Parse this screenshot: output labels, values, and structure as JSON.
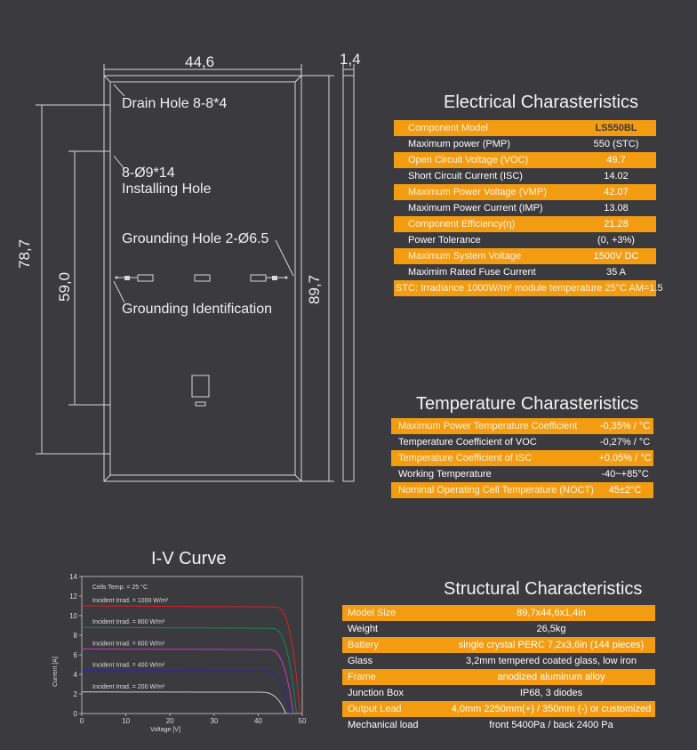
{
  "drawing": {
    "width_label": "44,6",
    "thickness_label": "1,4",
    "height_label_left": "78,7",
    "height_label_inner": "59,0",
    "height_label_right": "89,7",
    "drain_hole": "Drain Hole 8-8*4",
    "installing_hole_1": "8-Ø9*14",
    "installing_hole_2": "Installing Hole",
    "grounding_hole": "Grounding Hole 2-Ø6.5",
    "grounding_identification": "Grounding Identification"
  },
  "electrical": {
    "title": "Electrical Charasteristics",
    "rows": [
      {
        "label": "Component Model",
        "value": "LS550BL",
        "style": "orange",
        "bold": true
      },
      {
        "label": "Maximum power (PMP)",
        "value": "550 (STC)",
        "style": "plain"
      },
      {
        "label": "Open Circuit Voltage (VOC)",
        "value": "49.7",
        "style": "orange"
      },
      {
        "label": "Short Circuit Current (ISC)",
        "value": "14.02",
        "style": "plain"
      },
      {
        "label": "Maximum Power Voltage (VMP)",
        "value": "42.07",
        "style": "orange"
      },
      {
        "label": "Maximum Power Current (IMP)",
        "value": "13.08",
        "style": "plain"
      },
      {
        "label": "Component Efficiency(η)",
        "value": "21.28",
        "style": "orange"
      },
      {
        "label": "Power Tolerance",
        "value": "(0, +3%)",
        "style": "plain"
      },
      {
        "label": "Maximum System Voltage",
        "value": "1500V DC",
        "style": "orange"
      },
      {
        "label": "Maximim Rated Fuse Current",
        "value": "35 A",
        "style": "plain"
      }
    ],
    "note": "STC: Irradiance 1000W/m² module temperature 25°C AM=1.5"
  },
  "temperature": {
    "title": "Temperature Charasteristics",
    "rows": [
      {
        "label": "Maximum Power Temperature Coefficient",
        "value": "-0,35% / °C",
        "style": "orange"
      },
      {
        "label": "Temperature Coefficient of VOC",
        "value": "-0,27% / °C",
        "style": "plain"
      },
      {
        "label": "Temperature Coefficient of ISC",
        "value": "+0,05% / °C",
        "style": "orange"
      },
      {
        "label": "Working Temperature",
        "value": "-40~+85°C",
        "style": "plain"
      },
      {
        "label": "Nominal Operating Cell Temperature (NOCT)",
        "value": "45±2°C",
        "style": "orange"
      }
    ]
  },
  "structural": {
    "title": "Structural Characteristics",
    "rows": [
      {
        "label": "Model Size",
        "value": "89,7x44,6x1,4in",
        "style": "orange"
      },
      {
        "label": "Weight",
        "value": "26,5kg",
        "style": "plain"
      },
      {
        "label": "Battery",
        "value": "single crystal PERC 7,2x3,6in (144 pieces)",
        "style": "orange"
      },
      {
        "label": "Glass",
        "value": "3,2mm tempered coated glass, low iron",
        "style": "plain"
      },
      {
        "label": "Frame",
        "value": "anodized aluminum alloy",
        "style": "orange"
      },
      {
        "label": "Junction Box",
        "value": "IP68, 3 diodes",
        "style": "plain"
      },
      {
        "label": "Output Lead",
        "value": "4,0mm 2250mm(+) / 350mm (-) or customized",
        "style": "orange"
      },
      {
        "label": "Mechanical load",
        "value": "front 5400Pa / back 2400 Pa",
        "style": "plain"
      }
    ]
  },
  "chart_data": {
    "type": "line",
    "title": "I-V Curve",
    "xlabel": "Voltage [V]",
    "ylabel": "Current [A]",
    "xlim": [
      0,
      50
    ],
    "ylim": [
      0,
      14
    ],
    "xticks": [
      "0",
      "10",
      "20",
      "30",
      "40",
      "50"
    ],
    "yticks": [
      "0",
      "2",
      "4",
      "6",
      "8",
      "10",
      "12",
      "14"
    ],
    "annotation": "Cells Temp. = 25 °C",
    "series": [
      {
        "name": "Incident Irrad. = 1000 W/m²",
        "color": "#e02020",
        "isc": 11.0,
        "voc": 49.5
      },
      {
        "name": "Incident Irrad. = 800 W/m²",
        "color": "#1a8a50",
        "isc": 8.8,
        "voc": 48.7
      },
      {
        "name": "Incident Irrad. = 600 W/m²",
        "color": "#c040c0",
        "isc": 6.6,
        "voc": 48.0
      },
      {
        "name": "Incident Irrad. = 400 W/m²",
        "color": "#2a2aa0",
        "isc": 4.4,
        "voc": 47.2
      },
      {
        "name": "Incident Irrad. = 200 W/m²",
        "color": "#d0d0d0",
        "isc": 2.2,
        "voc": 46.3
      }
    ]
  },
  "colors": {
    "background": "#3a3a3f",
    "accent": "#f39c12"
  }
}
